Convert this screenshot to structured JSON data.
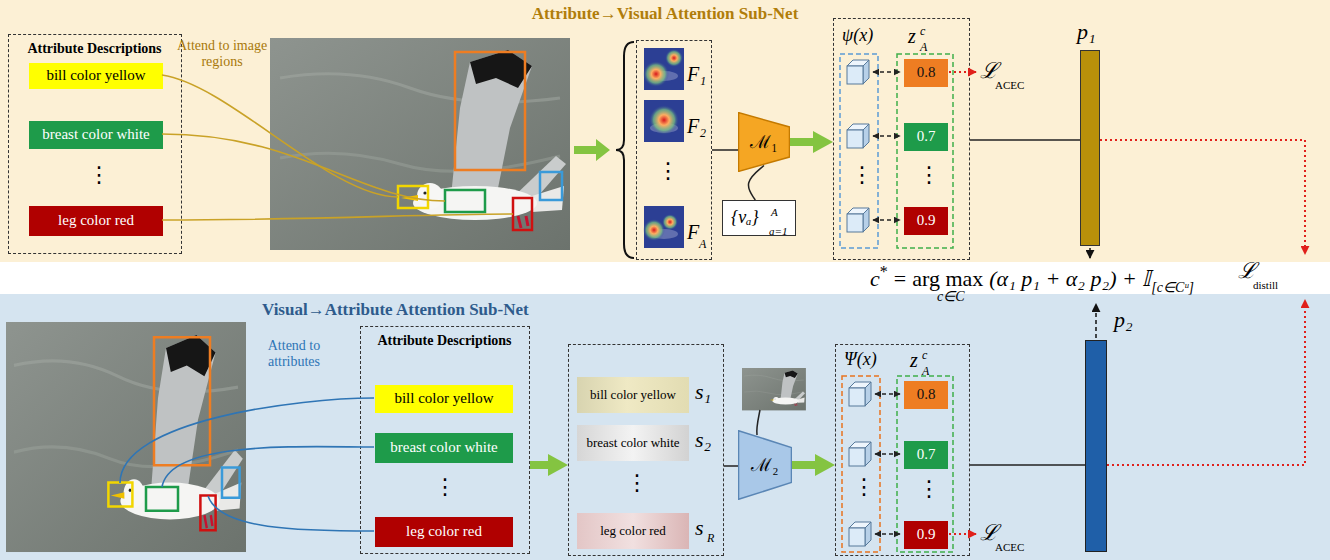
{
  "diagram": {
    "nodes": [
      {
        "text": [
          "Attribute→Visual Attention Sub-Net"
        ]
      },
      {
        "text": [
          "Attribute Descriptions"
        ],
        "in": 0
      },
      {
        "text": [
          "bill color yellow"
        ],
        "in": 1
      },
      {
        "text": [
          "breast color white"
        ],
        "in": 1
      },
      {
        "text": [
          "leg color red"
        ],
        "in": 1
      },
      {
        "text": [
          "F₁",
          "F₂",
          "F",
          "A"
        ],
        "in": 0
      },
      {
        "text": [
          "ℳ₁"
        ],
        "in": 0
      },
      {
        "text": [
          "{vₐ}",
          "A",
          "a=1"
        ],
        "in": 0
      },
      {
        "text": [
          "ψ(x)",
          "z",
          "c",
          "A"
        ],
        "in": 0
      },
      {
        "text": [
          "0.8"
        ],
        "in": 8
      },
      {
        "text": [
          "0.7"
        ],
        "in": 8
      },
      {
        "text": [
          "0.9"
        ],
        "in": 8
      },
      {
        "text": [
          "p₁"
        ],
        "in": 0
      },
      {
        "text": [
          "Visual→Attribute Attention Sub-Net"
        ]
      },
      {
        "text": [
          "Attribute Descriptions"
        ],
        "in": 13
      },
      {
        "text": [
          "bill color yellow"
        ],
        "in": 14
      },
      {
        "text": [
          "breast color white"
        ],
        "in": 14
      },
      {
        "text": [
          "leg color red"
        ],
        "in": 14
      },
      {
        "text": [
          "s₁",
          "s₂",
          "s",
          "R"
        ],
        "in": 13
      },
      {
        "text": [
          "bill color yellow"
        ],
        "in": 18
      },
      {
        "text": [
          "breast color white"
        ],
        "in": 18
      },
      {
        "text": [
          "leg color red"
        ],
        "in": 18
      },
      {
        "text": [
          "ℳ₂"
        ],
        "in": 13
      },
      {
        "text": [
          "Ψ(x)",
          "z",
          "c",
          "A"
        ],
        "in": 13
      },
      {
        "text": [
          "0.8"
        ],
        "in": 23
      },
      {
        "text": [
          "0.7"
        ],
        "in": 23
      },
      {
        "text": [
          "0.9"
        ],
        "in": 23
      },
      {
        "text": [
          "p₂"
        ],
        "in": 13
      }
    ],
    "edges": [
      {
        "from": 5,
        "to": 6,
        "arrow": "none"
      },
      {
        "from": 7,
        "to": 6,
        "arrow": "none"
      },
      {
        "from": 6,
        "to": 8,
        "arrow": "to"
      },
      {
        "from": 8,
        "to": 12,
        "arrow": "none"
      },
      {
        "from": 14,
        "to": 18,
        "arrow": "to"
      },
      {
        "from": 18,
        "to": 22,
        "arrow": "none"
      },
      {
        "from": 22,
        "to": 23,
        "arrow": "to"
      },
      {
        "from": 23,
        "to": 27,
        "arrow": "none"
      }
    ],
    "labels": [
      "Attend to image regions",
      "⋮",
      "⋮",
      "⋮",
      "⋮",
      "ℒ",
      "ACEC",
      "c",
      "*",
      "=",
      "arg max",
      "(α₁ p₁ + α₂ p₂) + 𝕀",
      "[c∈Cᵘ]",
      "c∈C",
      "ℒ",
      "distill",
      "Attend to attributes",
      "⋮",
      "⋮",
      "⋮",
      "⋮",
      "ℒ",
      "ACEC"
    ]
  }
}
